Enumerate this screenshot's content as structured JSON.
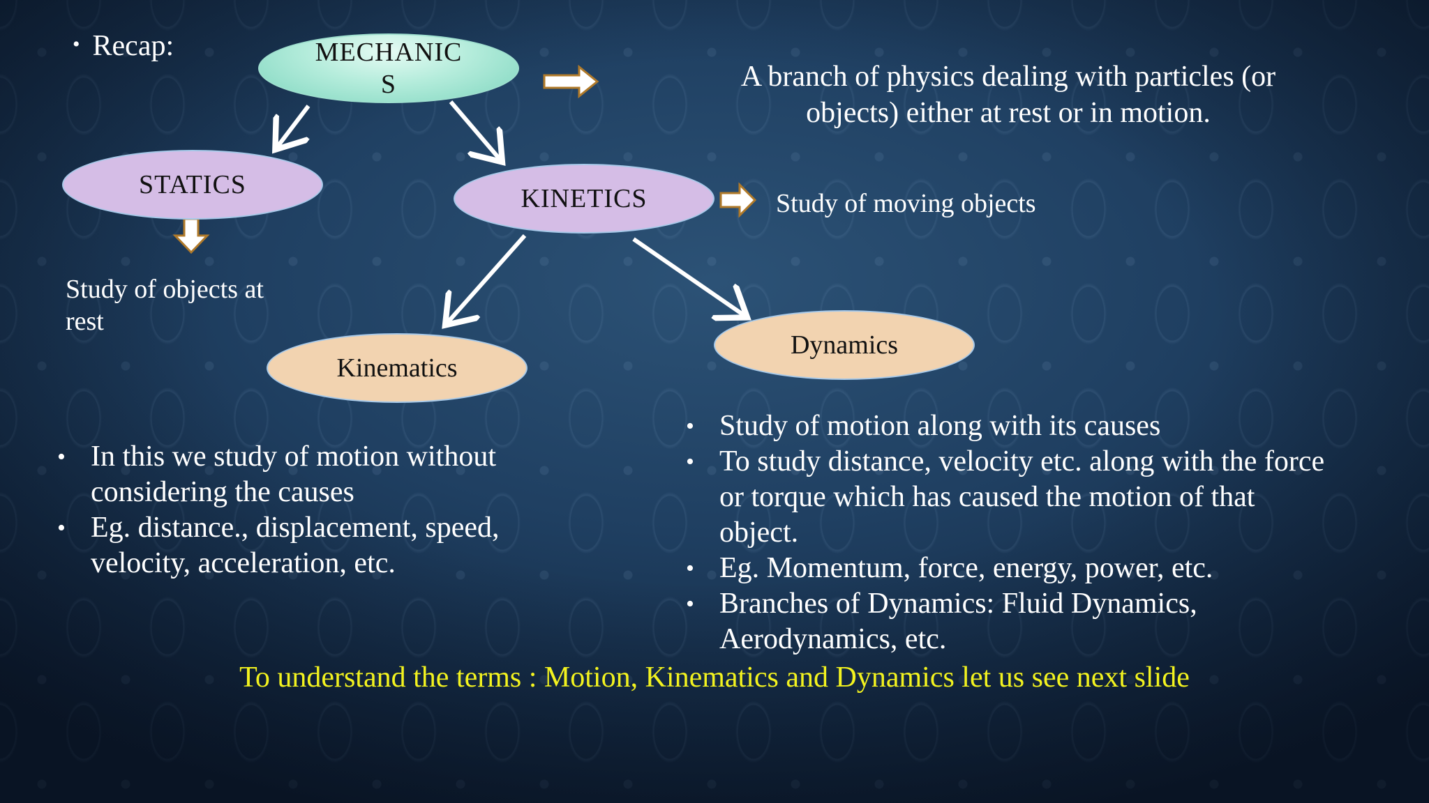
{
  "slide": {
    "recap_label": "Recap:",
    "nodes": {
      "mechanics_line1": "MECHANIC",
      "mechanics_line2": "S",
      "statics": "STATICS",
      "kinetics": "KINETICS",
      "kinematics": "Kinematics",
      "dynamics": "Dynamics"
    },
    "definitions": {
      "mechanics_line1": "A branch of physics dealing with particles (or",
      "mechanics_line2": "objects) either at rest or in motion.",
      "kinetics": "Study of moving objects",
      "statics_line1": "Study of objects at",
      "statics_line2": "rest"
    },
    "kinematics_points": [
      "In this we study of motion without considering the causes",
      "Eg. distance., displacement, speed, velocity, acceleration, etc."
    ],
    "dynamics_points": [
      "Study of motion along with its causes",
      "To study distance, velocity etc. along with the force or torque which has caused the motion of that object.",
      "Eg. Momentum, force, energy, power, etc.",
      "Branches of Dynamics: Fluid Dynamics, Aerodynamics, etc."
    ],
    "footer": "To understand the terms : Motion, Kinematics and Dynamics let us see next slide"
  },
  "colors": {
    "background": "#1f3f61",
    "mechanics_node": "#b4ecdb",
    "statics_kinetics_node": "#d5bde6",
    "kinematics_dynamics_node": "#f2d3b0",
    "block_arrow_fill": "#ffffff",
    "block_arrow_border": "#b07a2a",
    "footer_text": "#f3f31f"
  },
  "icons": [
    "arrow-right-icon",
    "arrow-down-icon"
  ]
}
